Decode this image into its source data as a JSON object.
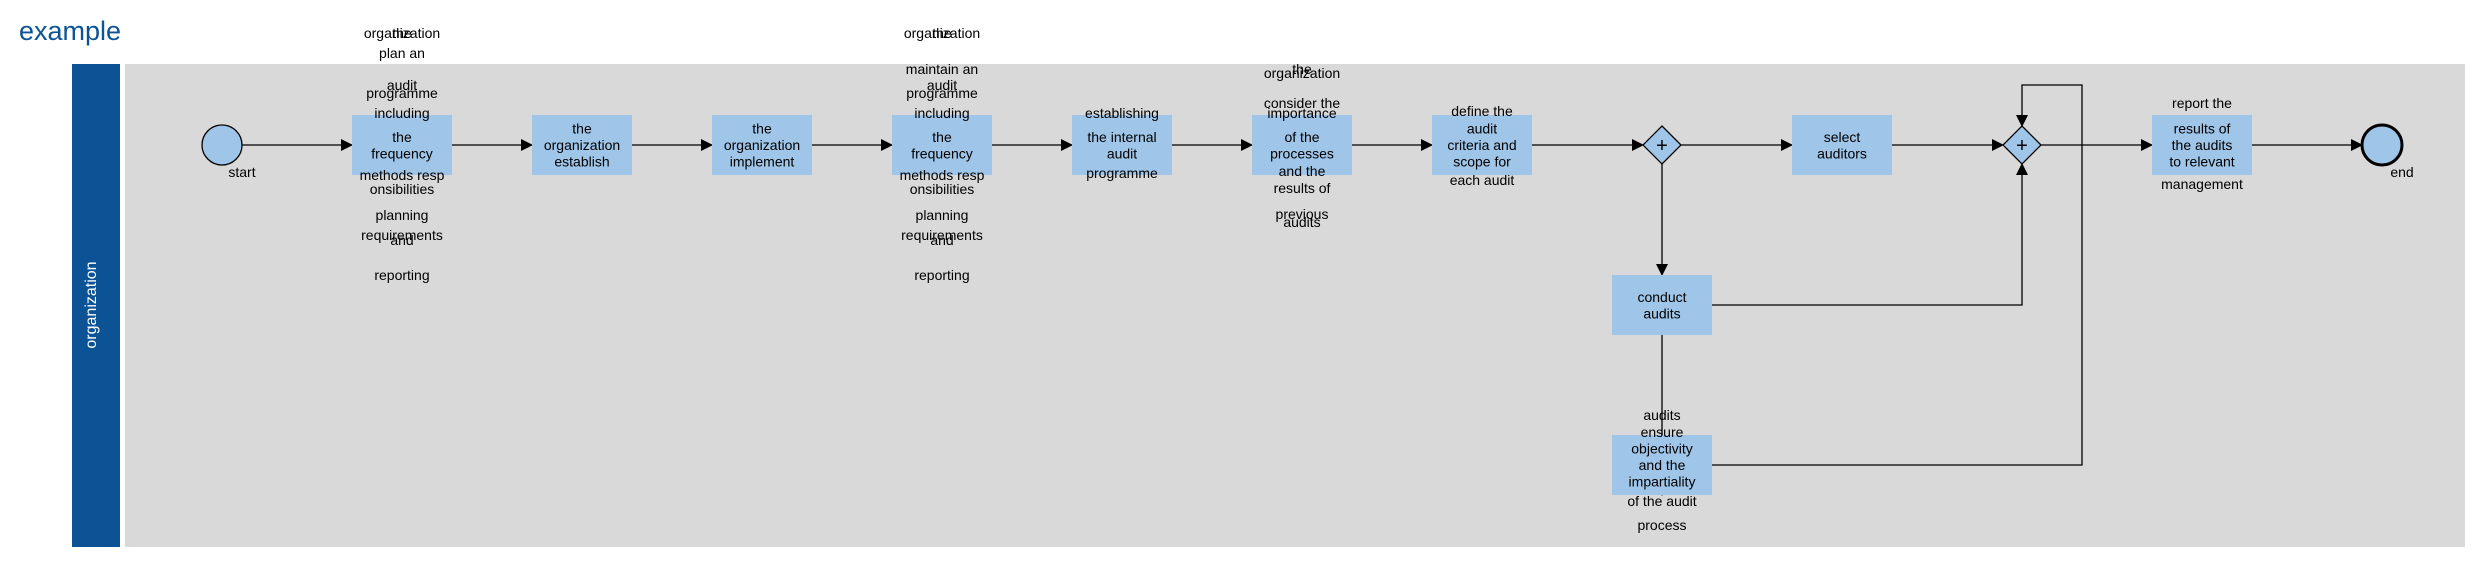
{
  "title": "example",
  "pool": {
    "label": "organization"
  },
  "colors": {
    "pool_header": "#0b5394",
    "lane_bg": "#d9d9d9",
    "task_fill": "#9fc5e8",
    "event_fill": "#9fc5e8",
    "title_color": "#0b5394"
  },
  "events": [
    {
      "id": "start",
      "label": "start",
      "kind": "start"
    },
    {
      "id": "end",
      "label": "end",
      "kind": "end"
    }
  ],
  "gateways": [
    {
      "id": "gw1",
      "symbol": "+"
    },
    {
      "id": "gw2",
      "symbol": "+"
    }
  ],
  "tasks": [
    {
      "id": "t1",
      "lines": [
        "the",
        "frequency"
      ]
    },
    {
      "id": "t2",
      "lines": [
        "the",
        "organization",
        "establish"
      ]
    },
    {
      "id": "t3",
      "lines": [
        "the",
        "organization",
        "implement"
      ]
    },
    {
      "id": "t4",
      "lines": [
        "the",
        "frequency"
      ]
    },
    {
      "id": "t5",
      "lines": [
        "the internal",
        "audit"
      ]
    },
    {
      "id": "t6",
      "lines": [
        "of the",
        "processes"
      ]
    },
    {
      "id": "t7",
      "lines": [
        "audit",
        "criteria and",
        "scope for"
      ]
    },
    {
      "id": "t8",
      "lines": [
        "select",
        "auditors"
      ]
    },
    {
      "id": "t9",
      "lines": [
        "results of",
        "the audits",
        "to relevant"
      ]
    },
    {
      "id": "t10",
      "lines": [
        "conduct",
        "audits"
      ]
    },
    {
      "id": "t11",
      "lines": [
        "objectivity",
        "and the",
        "impartiality"
      ]
    }
  ],
  "floating_text": [
    {
      "id": "f1",
      "text": "organization"
    },
    {
      "id": "f2",
      "text": "the"
    },
    {
      "id": "f3",
      "text": "plan an"
    },
    {
      "id": "f4",
      "text": "audit"
    },
    {
      "id": "f5",
      "text": "programme"
    },
    {
      "id": "f6",
      "text": "including"
    },
    {
      "id": "f7",
      "text": "methods resp"
    },
    {
      "id": "f8",
      "text": "onsibilities"
    },
    {
      "id": "f9",
      "text": "planning"
    },
    {
      "id": "f10",
      "text": "requirements"
    },
    {
      "id": "f11",
      "text": "and"
    },
    {
      "id": "f12",
      "text": "reporting"
    },
    {
      "id": "f13",
      "text": "organization"
    },
    {
      "id": "f14",
      "text": "the"
    },
    {
      "id": "f15",
      "text": "maintain an"
    },
    {
      "id": "f16",
      "text": "audit"
    },
    {
      "id": "f17",
      "text": "programme"
    },
    {
      "id": "f18",
      "text": "including"
    },
    {
      "id": "f19",
      "text": "methods resp"
    },
    {
      "id": "f20",
      "text": "onsibilities"
    },
    {
      "id": "f21",
      "text": "planning"
    },
    {
      "id": "f22",
      "text": "requirements"
    },
    {
      "id": "f23",
      "text": "and"
    },
    {
      "id": "f24",
      "text": "reporting"
    },
    {
      "id": "f25",
      "text": "establishing"
    },
    {
      "id": "f26",
      "text": "programme"
    },
    {
      "id": "f27",
      "text": "the"
    },
    {
      "id": "f28",
      "text": "organization"
    },
    {
      "id": "f29",
      "text": "consider the"
    },
    {
      "id": "f30",
      "text": "importance"
    },
    {
      "id": "f31",
      "text": "and the"
    },
    {
      "id": "f32",
      "text": "results of"
    },
    {
      "id": "f33",
      "text": "previous"
    },
    {
      "id": "f34",
      "text": "audits"
    },
    {
      "id": "f35",
      "text": "define the"
    },
    {
      "id": "f36",
      "text": "each audit"
    },
    {
      "id": "f37",
      "text": "report the"
    },
    {
      "id": "f38",
      "text": "management"
    },
    {
      "id": "f39",
      "text": "audits"
    },
    {
      "id": "f40",
      "text": "ensure"
    },
    {
      "id": "f41",
      "text": "of the audit"
    },
    {
      "id": "f42",
      "text": "process"
    }
  ]
}
